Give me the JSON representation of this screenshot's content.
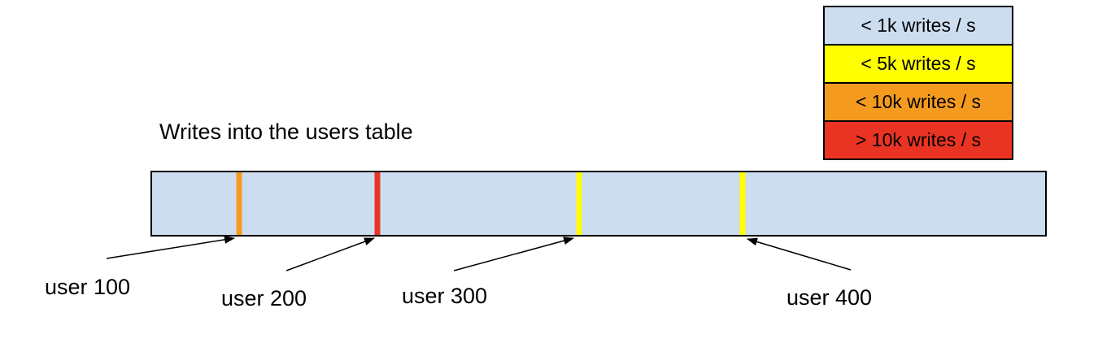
{
  "title": "Writes into the users table",
  "legend": {
    "items": [
      {
        "label": "< 1k writes / s",
        "color": "#CDDDF0"
      },
      {
        "label": "< 5k writes / s",
        "color": "#FFFF00"
      },
      {
        "label": "< 10k writes / s",
        "color": "#F49B1F"
      },
      {
        "label": "> 10k writes / s",
        "color": "#EA3423"
      }
    ]
  },
  "bar": {
    "fill_color": "#CDDDF0",
    "border_color": "#000000",
    "markers": [
      {
        "label": "user 100",
        "rate_bucket": "< 10k writes / s",
        "color": "#F49B1F",
        "x_percent": 9.7
      },
      {
        "label": "user 200",
        "rate_bucket": "> 10k writes / s",
        "color": "#EA3423",
        "x_percent": 25.2
      },
      {
        "label": "user 300",
        "rate_bucket": "< 5k writes / s",
        "color": "#FFFF00",
        "x_percent": 47.8
      },
      {
        "label": "user 400",
        "rate_bucket": "< 5k writes / s",
        "color": "#FFFF00",
        "x_percent": 66.1
      }
    ]
  }
}
